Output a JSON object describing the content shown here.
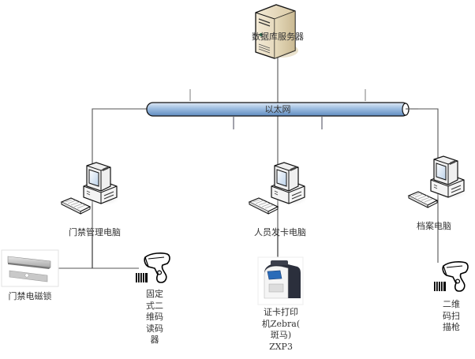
{
  "diagram": {
    "title": "",
    "network": {
      "label": "以太网"
    },
    "server": {
      "label": "数据库服务器"
    },
    "computers": [
      {
        "id": "access-pc",
        "label": "门禁管理电脑"
      },
      {
        "id": "card-pc",
        "label": "人员发卡电脑"
      },
      {
        "id": "archive-pc",
        "label": "档案电脑"
      }
    ],
    "devices": [
      {
        "id": "maglock",
        "label": "门禁电磁锁",
        "connected_to": "access-pc"
      },
      {
        "id": "fixed-reader",
        "label_lines": [
          "固定",
          "式二",
          "维码",
          "读码",
          "器"
        ],
        "connected_to": "access-pc"
      },
      {
        "id": "card-printer",
        "label_lines": [
          "证卡打印",
          "机Zebra(",
          "斑马)",
          "ZXP3"
        ],
        "connected_to": "card-pc"
      },
      {
        "id": "handheld-scanner",
        "label_lines": [
          "二维",
          "码扫",
          "描枪"
        ],
        "connected_to": "archive-pc"
      }
    ],
    "colors": {
      "pipe_fill": "#9dbde0",
      "pipe_edge": "#1a1a1a",
      "line": "#555555"
    }
  }
}
